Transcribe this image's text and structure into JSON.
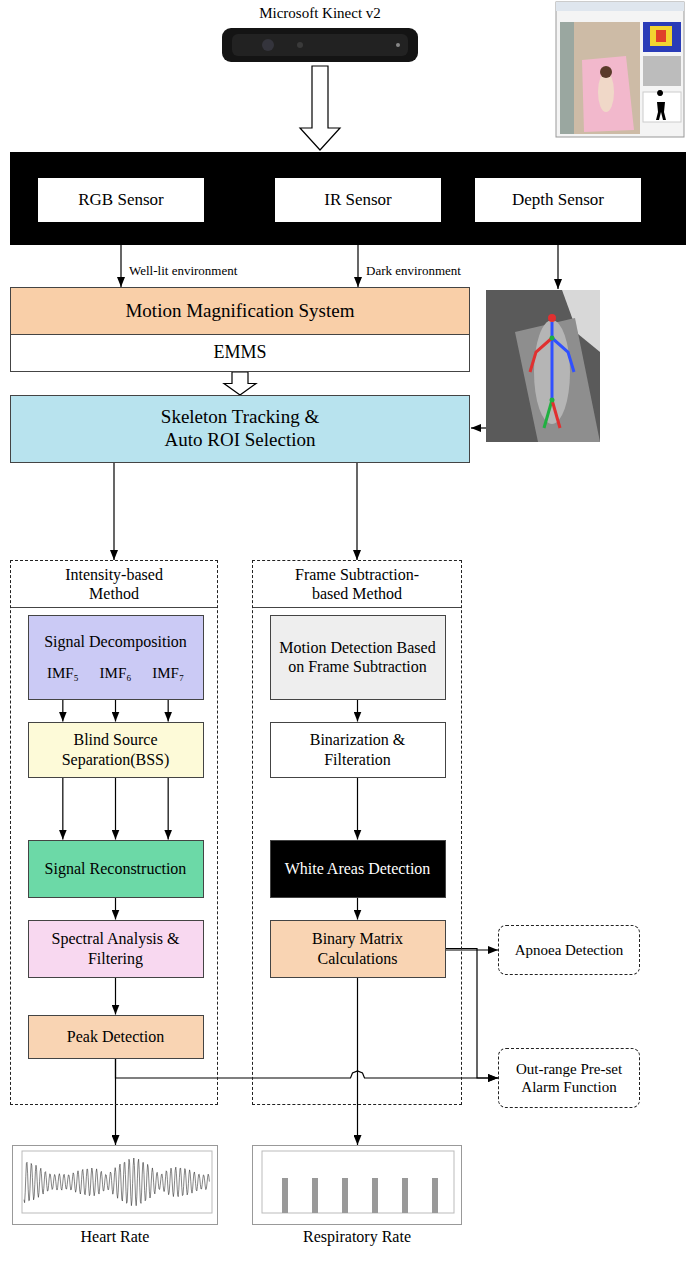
{
  "diagram": {
    "nodes": [
      {
        "text": [
          "RGB Sensor"
        ]
      },
      {
        "text": [
          "IR Sensor"
        ]
      },
      {
        "text": [
          "Depth Sensor"
        ]
      },
      {
        "text": [
          "Motion Magnification System",
          "EMMS"
        ]
      },
      {
        "text": [
          "Skeleton Tracking & Auto ROI Selection"
        ]
      },
      {
        "text": [
          "Intensity-based Method"
        ]
      },
      {
        "text": [
          "Signal Decomposition",
          "IMF₅",
          "IMF₆",
          "IMF₇"
        ],
        "in": 5
      },
      {
        "text": [
          "Blind Source Separation(BSS)"
        ],
        "in": 5
      },
      {
        "text": [
          "Signal Reconstruction"
        ],
        "in": 5
      },
      {
        "text": [
          "Spectral Analysis & Filtering"
        ],
        "in": 5
      },
      {
        "text": [
          "Peak Detection"
        ],
        "in": 5
      },
      {
        "text": [
          "Frame Subtraction-based Method"
        ]
      },
      {
        "text": [
          "Motion Detection Based on Frame Subtraction"
        ],
        "in": 11
      },
      {
        "text": [
          "Binarization & Filteration"
        ],
        "in": 11
      },
      {
        "text": [
          "White Areas Detection"
        ],
        "in": 11
      },
      {
        "text": [
          "Binary Matrix Calculations"
        ],
        "in": 11
      },
      {
        "text": [
          "Apnoea Detection"
        ]
      },
      {
        "text": [
          "Out-range Pre-set Alarm Function"
        ]
      },
      {
        "text": [
          "Heart Rate"
        ]
      },
      {
        "text": [
          "Respiratory Rate"
        ]
      }
    ],
    "edges": [
      {
        "from": 0,
        "to": 3,
        "label": "Well-lit environment",
        "arrow": "to"
      },
      {
        "from": 1,
        "to": 3,
        "label": "Dark environment",
        "arrow": "to"
      },
      {
        "from": 3,
        "to": 4,
        "arrow": "to"
      },
      {
        "from": 4,
        "to": 5,
        "arrow": "to"
      },
      {
        "from": 4,
        "to": 11,
        "arrow": "to"
      },
      {
        "from": 6,
        "to": 7,
        "arrow": "to"
      },
      {
        "from": 6,
        "to": 7,
        "arrow": "to"
      },
      {
        "from": 6,
        "to": 7,
        "arrow": "to"
      },
      {
        "from": 7,
        "to": 8,
        "arrow": "to"
      },
      {
        "from": 7,
        "to": 8,
        "arrow": "to"
      },
      {
        "from": 7,
        "to": 8,
        "arrow": "to"
      },
      {
        "from": 8,
        "to": 9,
        "arrow": "to"
      },
      {
        "from": 9,
        "to": 10,
        "arrow": "to"
      },
      {
        "from": 10,
        "to": 18,
        "arrow": "to"
      },
      {
        "from": 10,
        "to": 17,
        "arrow": "to"
      },
      {
        "from": 12,
        "to": 13,
        "arrow": "to"
      },
      {
        "from": 13,
        "to": 14,
        "arrow": "to"
      },
      {
        "from": 14,
        "to": 15,
        "arrow": "to"
      },
      {
        "from": 15,
        "to": 16,
        "arrow": "to"
      },
      {
        "from": 15,
        "to": 17,
        "arrow": "to"
      },
      {
        "from": 15,
        "to": 19,
        "arrow": "to"
      }
    ],
    "labels": [
      "Microsoft Kinect v2"
    ]
  }
}
